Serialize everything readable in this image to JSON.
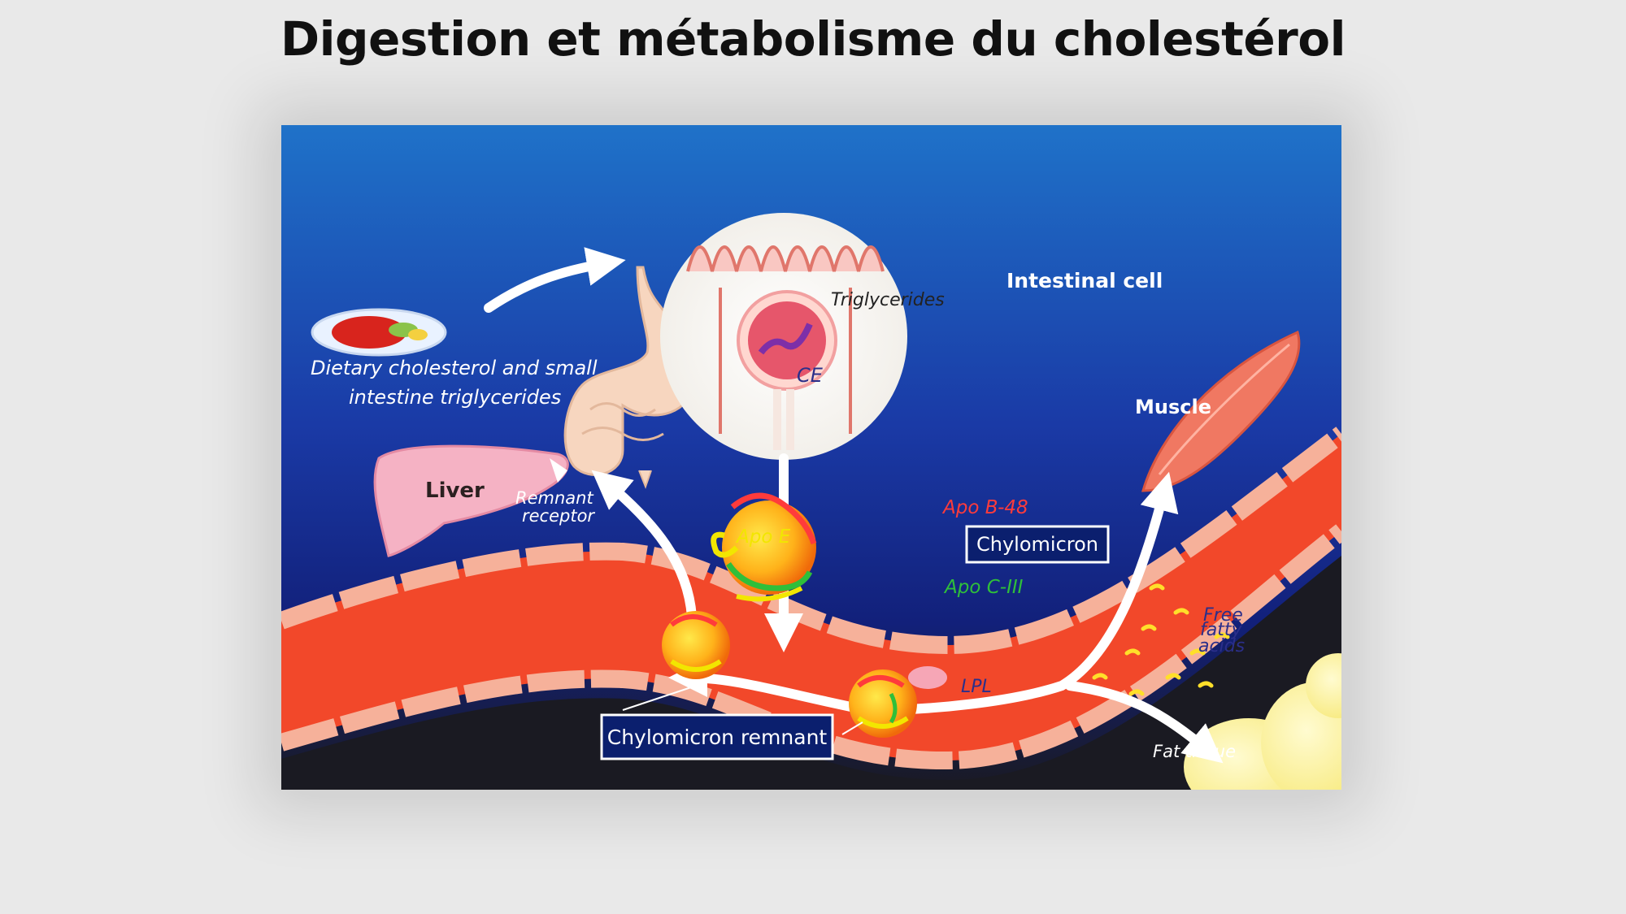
{
  "title": "Digestion et métabolisme du cholestérol",
  "diagram": {
    "labels": {
      "dietary_line1": "Dietary cholesterol and small",
      "dietary_line2": "intestine triglycerides",
      "intestinal_cell": "Intestinal cell",
      "triglycerides": "Triglycerides",
      "ce": "CE",
      "muscle": "Muscle",
      "liver": "Liver",
      "remnant_receptor_line1": "Remnant",
      "remnant_receptor_line2": "receptor",
      "apo_b48": "Apo B-48",
      "apo_e": "Apo E",
      "apo_c3": "Apo C-III",
      "chylomicron": "Chylomicron",
      "free_fatty_line1": "Free",
      "free_fatty_line2": "fatty",
      "free_fatty_line3": "acids",
      "lpl": "LPL",
      "chylomicron_remnant": "Chylomicron remnant",
      "fat_tissue": "Fat tissue"
    },
    "colors": {
      "background_top": "#1f72c9",
      "background_bottom": "#1a1a22",
      "vessel": "#f2482a",
      "vessel_wall": "#f6b19a",
      "apo_b48": "#ff3b3b",
      "apo_e": "#f2e600",
      "apo_c3": "#2fbf3a",
      "label_box": "#0b1f6e"
    }
  }
}
